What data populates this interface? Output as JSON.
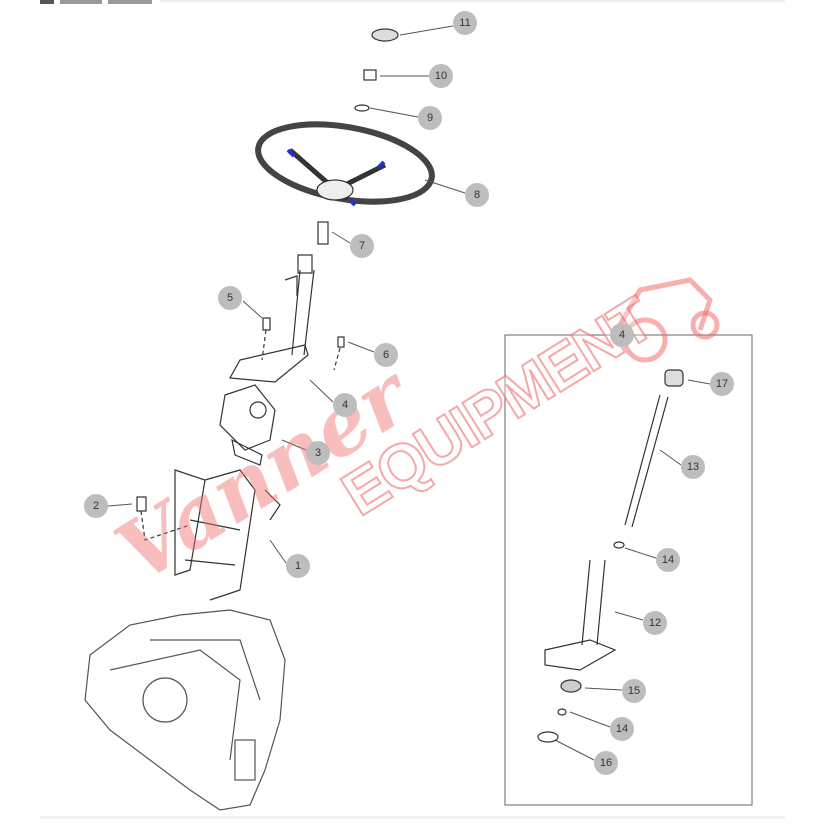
{
  "diagram": {
    "title": "Steering column assembly",
    "callouts": [
      "11",
      "10",
      "9",
      "8",
      "7",
      "5",
      "6",
      "4",
      "3",
      "2",
      "1"
    ],
    "subassembly": {
      "label": "4",
      "callouts": [
        "17",
        "13",
        "14",
        "12",
        "15",
        "14",
        "16"
      ]
    },
    "watermark": {
      "script": "Vanner",
      "block": "EQUIPMENT"
    },
    "accent_color": "#f06e6e"
  }
}
